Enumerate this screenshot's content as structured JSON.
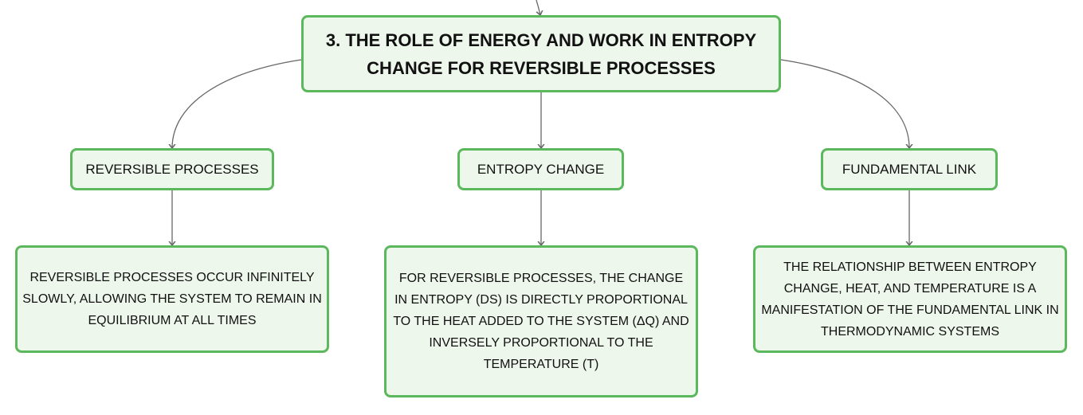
{
  "diagram": {
    "colors": {
      "node_border": "#5cb85c",
      "node_fill": "#eef7ec",
      "connector": "#666666"
    },
    "root": {
      "title": "3. THE ROLE OF ENERGY AND WORK IN ENTROPY CHANGE FOR REVERSIBLE PROCESSES"
    },
    "branches": [
      {
        "label": "REVERSIBLE PROCESSES",
        "detail": "REVERSIBLE PROCESSES OCCUR INFINITELY SLOWLY, ALLOWING THE SYSTEM TO REMAIN IN EQUILIBRIUM AT ALL TIMES"
      },
      {
        "label": "ENTROPY CHANGE",
        "detail": "FOR REVERSIBLE PROCESSES, THE CHANGE IN ENTROPY (DS) IS DIRECTLY PROPORTIONAL TO THE HEAT ADDED TO THE SYSTEM (ΔQ) AND INVERSELY PROPORTIONAL TO THE TEMPERATURE (T)"
      },
      {
        "label": "FUNDAMENTAL LINK",
        "detail": "THE RELATIONSHIP BETWEEN ENTROPY CHANGE, HEAT, AND TEMPERATURE IS A MANIFESTATION OF THE FUNDAMENTAL LINK IN THERMODYNAMIC SYSTEMS"
      }
    ]
  }
}
